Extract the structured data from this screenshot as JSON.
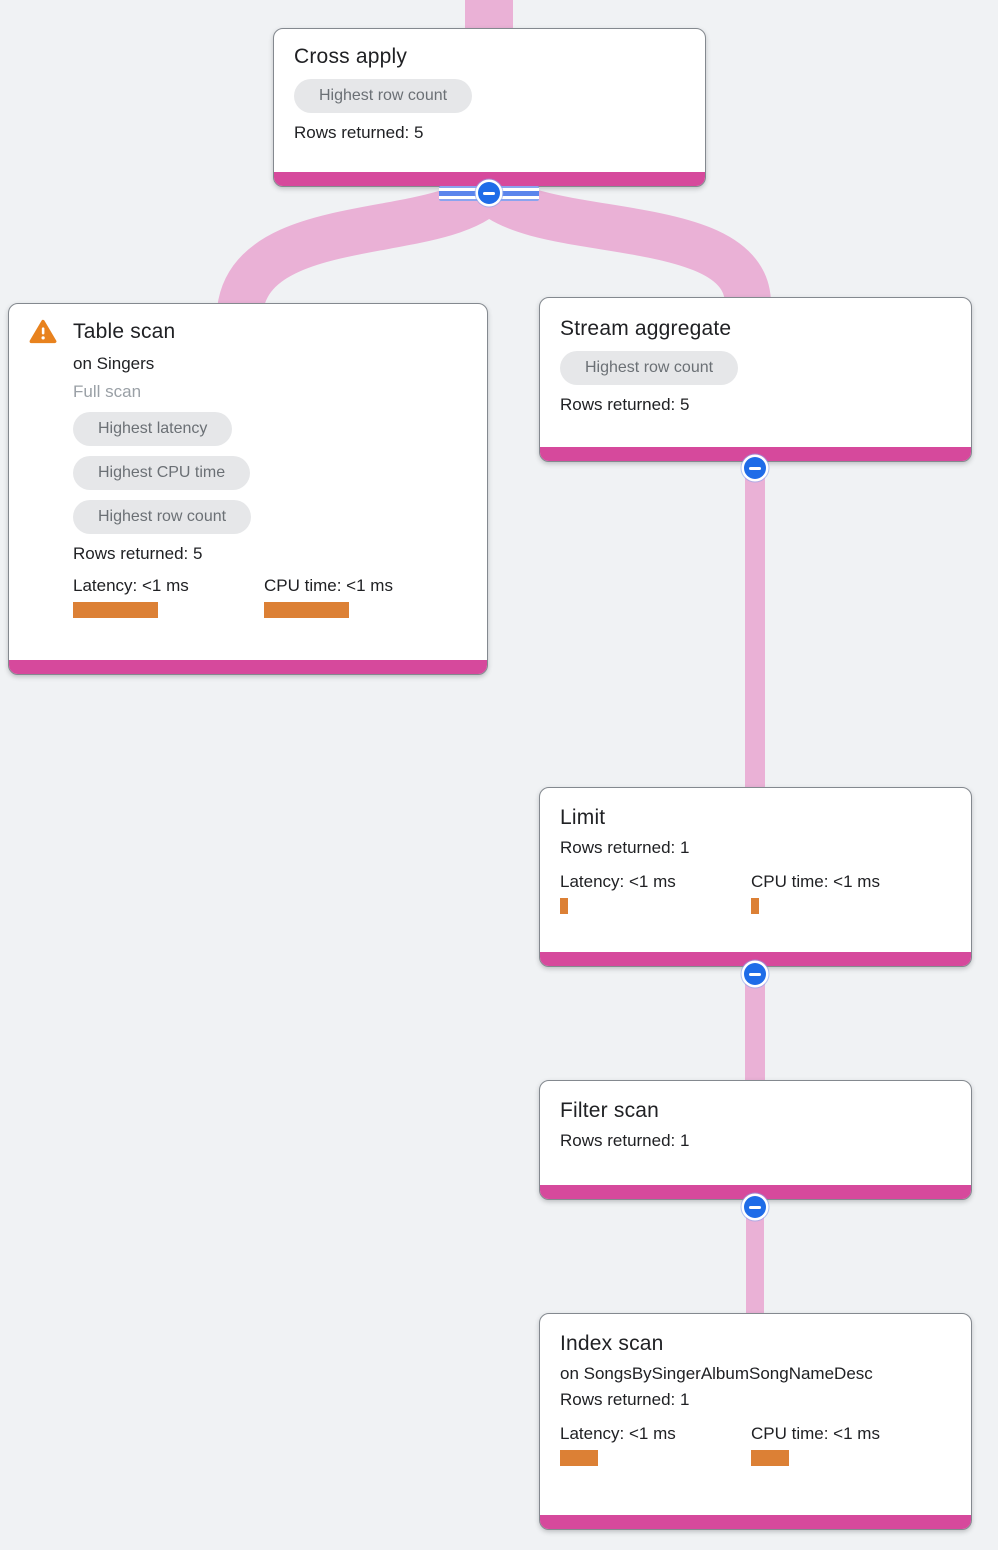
{
  "app": {
    "title": "Query execution plan graph"
  },
  "colors": {
    "background": "#f0f2f4",
    "card_background": "#ffffff",
    "card_border": "#84898f",
    "accent_bar_pink": "#d6499c",
    "link_pink": "#eab1d6",
    "collapse_button_blue": "#1f6ce8",
    "metric_bar_orange": "#dc8035",
    "warning_orange": "#e8821e",
    "badge_background": "#e6e7e9",
    "badge_text": "#6b7075",
    "title_text": "#202124",
    "muted_text": "#9aa0a6"
  },
  "nodes": [
    {
      "id": "cross-apply",
      "title": "Cross apply",
      "badges": [
        "Highest row count"
      ],
      "rows_returned": "Rows returned: 5"
    },
    {
      "id": "table-scan",
      "warning": "warning-triangle",
      "title": "Table scan",
      "subtitle": "on Singers",
      "scan_type": "Full scan",
      "badges": [
        "Highest latency",
        "Highest CPU time",
        "Highest row count"
      ],
      "rows_returned": "Rows returned: 5",
      "latency_label": "Latency: <1 ms",
      "cpu_label": "CPU time: <1 ms"
    },
    {
      "id": "stream-aggregate",
      "title": "Stream aggregate",
      "badges": [
        "Highest row count"
      ],
      "rows_returned": "Rows returned: 5"
    },
    {
      "id": "limit",
      "title": "Limit",
      "rows_returned": "Rows returned: 1",
      "latency_label": "Latency: <1 ms",
      "cpu_label": "CPU time: <1 ms"
    },
    {
      "id": "filter-scan",
      "title": "Filter scan",
      "rows_returned": "Rows returned: 1"
    },
    {
      "id": "index-scan",
      "title": "Index scan",
      "subtitle": "on SongsBySingerAlbumSongNameDesc",
      "rows_returned": "Rows returned: 1",
      "latency_label": "Latency: <1 ms",
      "cpu_label": "CPU time: <1 ms"
    }
  ]
}
